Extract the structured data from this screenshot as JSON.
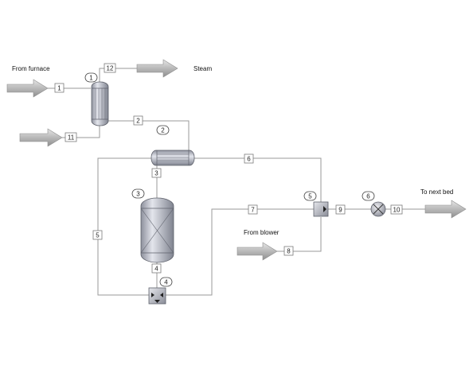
{
  "labels": {
    "from_furnace": "From furnace",
    "steam": "Steam",
    "from_blower": "From blower",
    "to_next_bed": "To next bed"
  },
  "units": [
    "1",
    "2",
    "3",
    "4",
    "5",
    "6"
  ],
  "streams": [
    "1",
    "2",
    "3",
    "4",
    "5",
    "6",
    "7",
    "8",
    "9",
    "10",
    "11",
    "12"
  ],
  "colors": {
    "pipe": "#9a9a9a",
    "equipment": "#b9bcc6",
    "arrow": "#b3b3b3",
    "text": "#222222"
  },
  "icons": [
    "boiler-icon",
    "heat-exchanger-icon",
    "reactor-vessel-icon",
    "splitter-icon",
    "mixer-icon",
    "valve-icon",
    "flow-arrow-icon"
  ]
}
